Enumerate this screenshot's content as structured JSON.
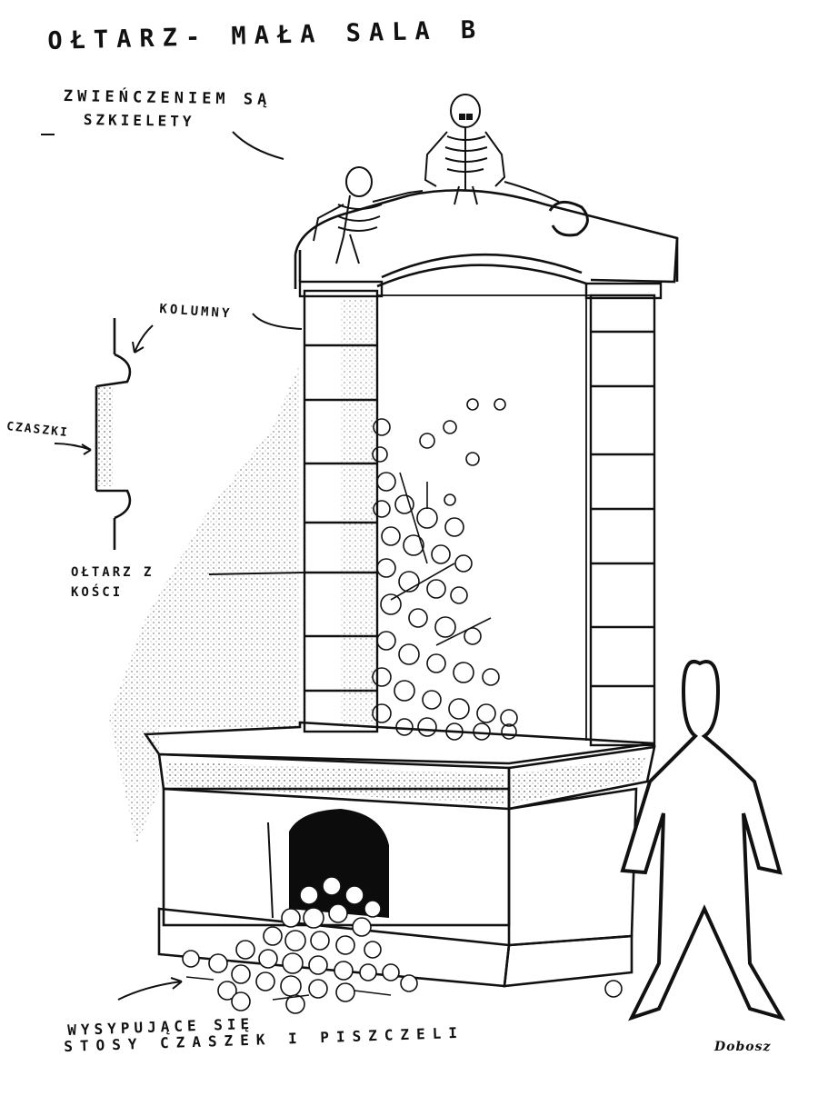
{
  "sketch": {
    "title": "OŁTARZ- MAŁA SALA B",
    "notes": {
      "crown_line1": "ZWIEŃCZENIEM SĄ",
      "crown_line2": "SZKIELETY",
      "columns": "KOLUMNY",
      "skulls": "CZASZKI",
      "altar_line1": "OŁTARZ Z",
      "altar_line2": "KOŚCI",
      "bottom_line1": "WYSYPUJĄCE SIĘ",
      "bottom_line2": "STOSY CZASZEK I PISZCZELI"
    },
    "signature": "Dobosz",
    "ink_color": "#111111",
    "paper_color": "#ffffff"
  }
}
